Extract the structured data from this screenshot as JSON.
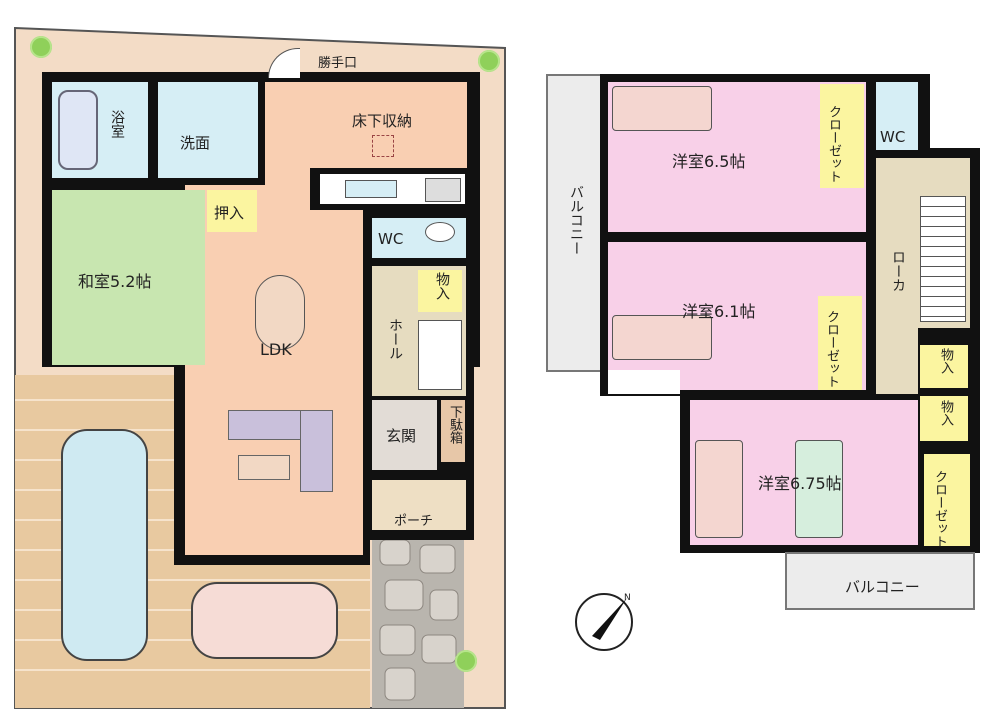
{
  "floor1": {
    "back_door": "勝手口",
    "bath": "浴室",
    "washroom": "洗面",
    "underfloor_storage": "床下収納",
    "closet_oshiire": "押入",
    "wc": "WC",
    "japanese_room": "和室5.2帖",
    "ldk": "LDK",
    "hall": "ホール",
    "storage": "物入",
    "entrance": "玄関",
    "shoe_box": "下駄箱",
    "porch": "ポーチ"
  },
  "floor2": {
    "balcony_left": "バルコニー",
    "room1": "洋室6.5帖",
    "closet1": "クローゼット",
    "wc": "WC",
    "corridor": "ローカ",
    "room2": "洋室6.1帖",
    "closet2": "クローゼット",
    "storage1": "物入",
    "storage2": "物入",
    "room3": "洋室6.75帖",
    "closet3": "クローゼット",
    "balcony_bottom": "バルコニー"
  },
  "compass": {
    "north_label": "N"
  },
  "colors": {
    "ldk": "#f9cfb2",
    "japanese_room": "#c8e6b0",
    "wet": "#d6eef5",
    "storage": "#fbf5a0",
    "western": "#f8d0e8",
    "hall": "#e6dcc0",
    "lot": "#f3dcc6",
    "driveway": "#e8c9a0"
  }
}
